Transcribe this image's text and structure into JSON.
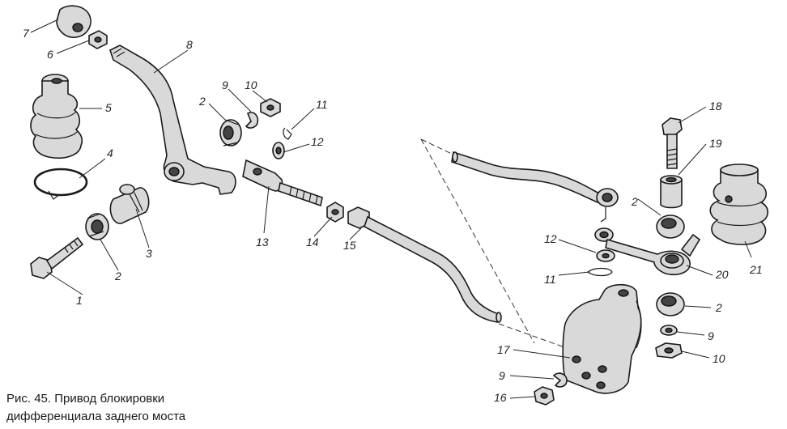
{
  "caption": {
    "line1": "Рис. 45. Привод блокировки",
    "line2": "дифференциала заднего моста"
  },
  "labels": {
    "n1": "1",
    "n2a": "2",
    "n2b": "2",
    "n2c": "2",
    "n2d": "2",
    "n3": "3",
    "n4": "4",
    "n5": "5",
    "n6": "6",
    "n7": "7",
    "n8": "8",
    "n9a": "9",
    "n9b": "9",
    "n9c": "9",
    "n10a": "10",
    "n10b": "10",
    "n11a": "11",
    "n11b": "11",
    "n12a": "12",
    "n12b": "12",
    "n13": "13",
    "n14": "14",
    "n15": "15",
    "n16": "16",
    "n17": "17",
    "n18": "18",
    "n19": "19",
    "n20": "20",
    "n21": "21"
  }
}
